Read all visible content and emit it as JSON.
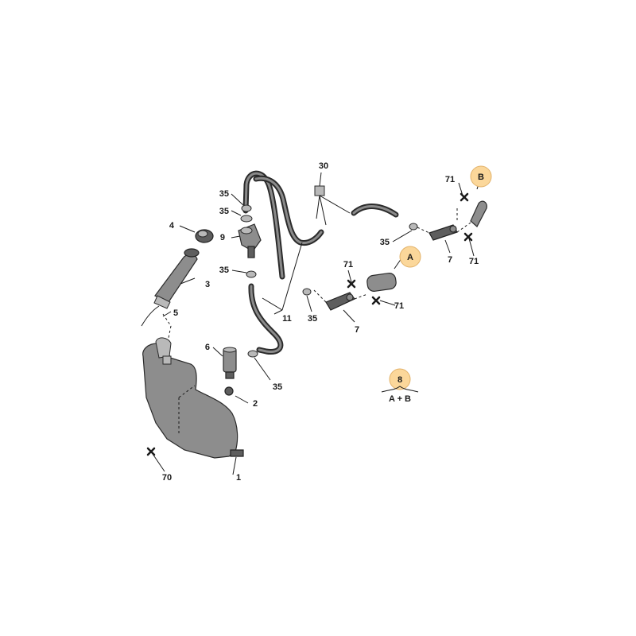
{
  "labels": {
    "p1": "1",
    "p2": "2",
    "p3": "3",
    "p4": "4",
    "p5": "5",
    "p6": "6",
    "p7a": "7",
    "p7b": "7",
    "p9": "9",
    "p11": "11",
    "p30": "30",
    "p35a": "35",
    "p35b": "35",
    "p35c": "35",
    "p35d": "35",
    "p35e": "35",
    "p35f": "35",
    "p70": "70",
    "p71a": "71",
    "p71b": "71",
    "p71c": "71",
    "p71d": "71",
    "bA": "A",
    "bB": "B",
    "b8": "8",
    "b8sub": "A + B"
  },
  "colors": {
    "badge": "#fbd79a",
    "part": "#8d8d8d",
    "hose": "#2b2b2b"
  }
}
